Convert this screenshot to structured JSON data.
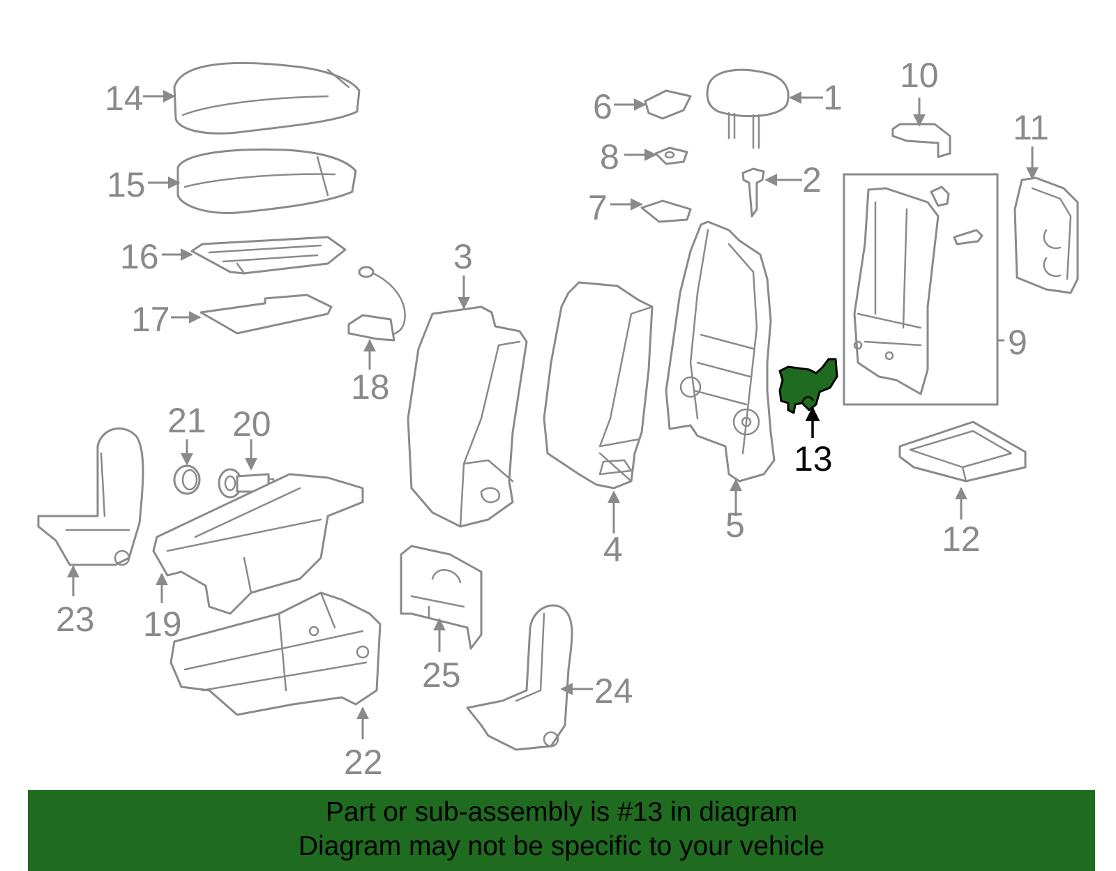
{
  "labels": {
    "l1": "1",
    "l2": "2",
    "l3": "3",
    "l4": "4",
    "l5": "5",
    "l6": "6",
    "l7": "7",
    "l8": "8",
    "l9": "9",
    "l10": "10",
    "l11": "11",
    "l12": "12",
    "l13": "13",
    "l14": "14",
    "l15": "15",
    "l16": "16",
    "l17": "17",
    "l18": "18",
    "l19": "19",
    "l20": "20",
    "l21": "21",
    "l22": "22",
    "l23": "23",
    "l24": "24",
    "l25": "25"
  },
  "highlight": {
    "part_number": "13",
    "color": "#1f6b1f"
  },
  "colors": {
    "line_art": "#8a8a8a",
    "banner": "#1f6b1f"
  },
  "banner": {
    "line1": "Part or sub-assembly is #13 in diagram",
    "line2": "Diagram may not be specific to your vehicle"
  }
}
